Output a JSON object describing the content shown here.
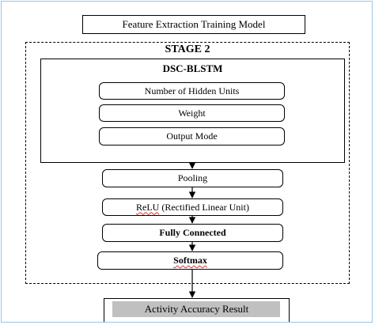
{
  "diagram": {
    "top_box": "Feature Extraction Training Model",
    "stage": "STAGE 2",
    "dsc_title": "DSC-BLSTM",
    "dsc_items": [
      "Number of Hidden Units",
      "Weight",
      "Output Mode"
    ],
    "pooling": "Pooling",
    "relu_prefix": "ReLU",
    "relu_rest": " (Rectified Linear Unit)",
    "fully_connected": "Fully Connected",
    "softmax": "Softmax",
    "result": "Activity Accuracy Result"
  }
}
